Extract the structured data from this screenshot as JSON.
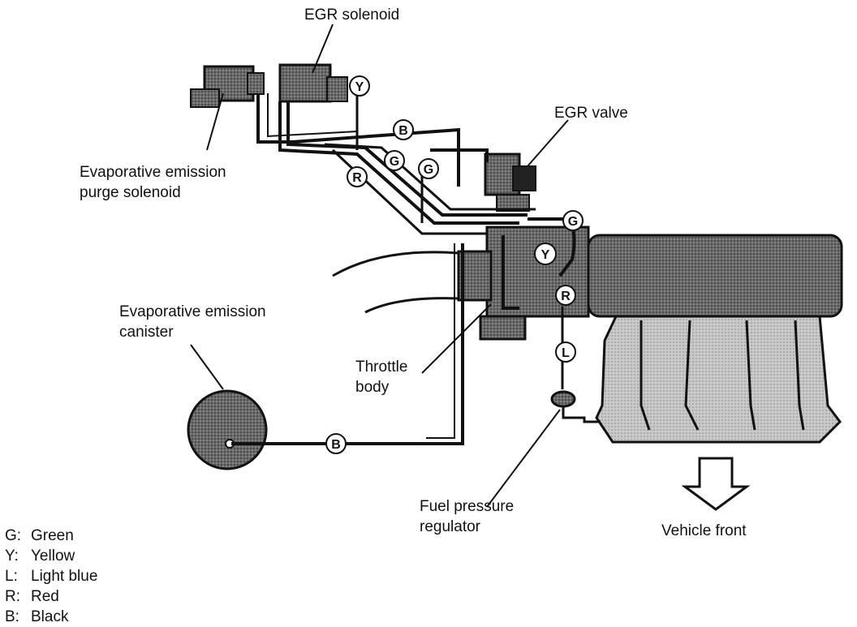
{
  "labels": {
    "egr_solenoid": "EGR solenoid",
    "egr_valve": "EGR valve",
    "purge_solenoid_line1": "Evaporative emission",
    "purge_solenoid_line2": "purge solenoid",
    "canister_line1": "Evaporative emission",
    "canister_line2": "canister",
    "throttle_line1": "Throttle",
    "throttle_line2": "body",
    "regulator_line1": "Fuel pressure",
    "regulator_line2": "regulator",
    "vehicle_front": "Vehicle front"
  },
  "hose_tags": {
    "y_top": "Y",
    "b_top": "B",
    "g_left": "G",
    "r_left": "R",
    "g_mid": "G",
    "g_right": "G",
    "y_right": "Y",
    "r_right": "R",
    "l_right": "L",
    "b_bottom": "B"
  },
  "legend": [
    {
      "key": "G:",
      "value": "Green"
    },
    {
      "key": "Y:",
      "value": "Yellow"
    },
    {
      "key": "L:",
      "value": "Light blue"
    },
    {
      "key": "R:",
      "value": "Red"
    },
    {
      "key": "B:",
      "value": "Black"
    }
  ]
}
